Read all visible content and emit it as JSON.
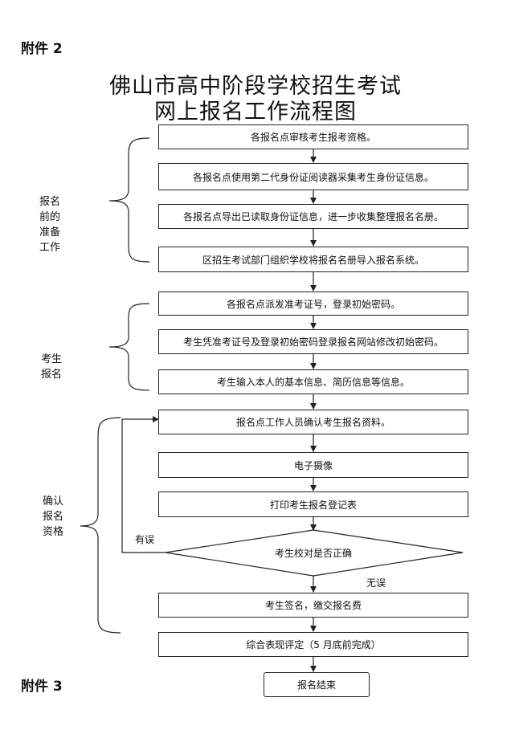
{
  "attachment_top": "附件 2",
  "attachment_bottom": "附件 3",
  "title": {
    "line1": "佛山市高中阶段学校招生考试",
    "line2": "网上报名工作流程图"
  },
  "groups": {
    "prep": [
      "报名",
      "前的",
      "准备",
      "工作"
    ],
    "register": [
      "考生",
      "报名"
    ],
    "confirm": [
      "确认",
      "报名",
      "资格"
    ]
  },
  "steps": [
    "各报名点审核考生报考资格。",
    "各报名点使用第二代身份证阅读器采集考生身份证信息。",
    "各报名点导出已读取身份证信息，进一步收集整理报名名册。",
    "区招生考试部门组织学校将报名名册导入报名系统。",
    "各报名点派发准考证号，登录初始密码。",
    "考生凭准考证号及登录初始密码登录报名网站修改初始密码。",
    "考生输入本人的基本信息、简历信息等信息。",
    "报名点工作人员确认考生报名资料。",
    "电子摄像",
    "打印考生报名登记表",
    "考生签名，缴交报名费",
    "综合表现评定（5 月底前完成）"
  ],
  "decision": {
    "label": "考生校对是否正确",
    "no_label": "有误",
    "yes_label": "无误"
  },
  "end_label": "报名结束"
}
